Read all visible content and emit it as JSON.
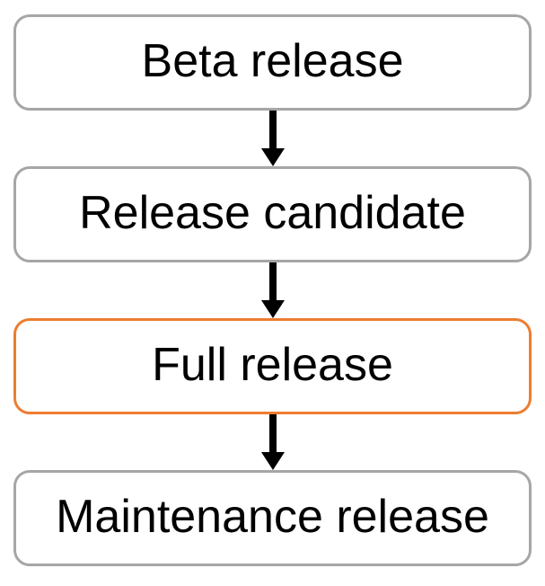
{
  "diagram": {
    "type": "flowchart",
    "direction": "top-down",
    "background_color": "#FFFFFF",
    "text_color": "#000000",
    "arrow_color": "#000000",
    "default_border_color": "#A6A6A6",
    "highlight_border_color": "#ED7D31",
    "nodes": [
      {
        "label": "Beta release",
        "border_color": "#A6A6A6",
        "highlighted": false
      },
      {
        "label": "Release candidate",
        "border_color": "#A6A6A6",
        "highlighted": false
      },
      {
        "label": "Full release",
        "border_color": "#ED7D31",
        "highlighted": true
      },
      {
        "label": "Maintenance release",
        "border_color": "#A6A6A6",
        "highlighted": false
      }
    ],
    "edges": [
      {
        "from": "Beta release",
        "to": "Release candidate"
      },
      {
        "from": "Release candidate",
        "to": "Full release"
      },
      {
        "from": "Full release",
        "to": "Maintenance release"
      }
    ]
  }
}
